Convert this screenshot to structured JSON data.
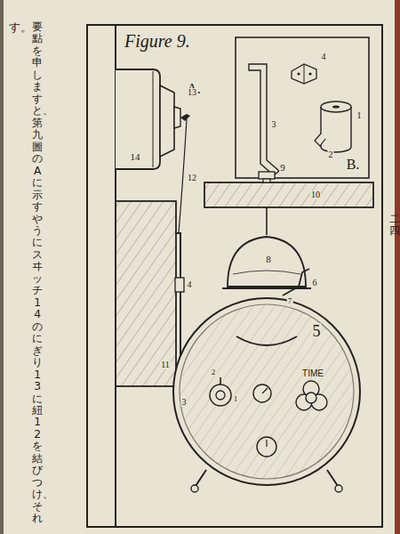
{
  "diagram": {
    "title": "Figure 9.",
    "labels": [
      "A.",
      "14",
      "13",
      "12",
      "4",
      "11",
      "3",
      "2",
      "1",
      "9",
      "10",
      "8",
      "7",
      "6",
      "5",
      "TIME",
      "B.",
      "4",
      "3",
      "1",
      "2",
      "二四",
      "要點を申しますと、第九圖のAに示すやうにスヰッチ14のにぎり13に紐12を結びつけ、それ",
      "す。"
    ]
  }
}
